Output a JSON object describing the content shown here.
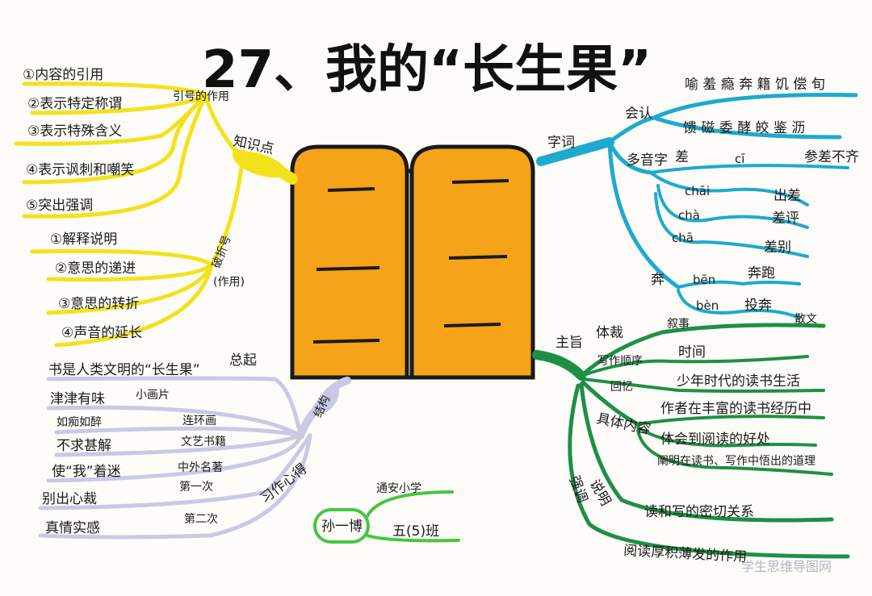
{
  "title": "27、我的“长生果”",
  "watermark": "学生思维导图网",
  "colors": {
    "yellow": "#f3e21b",
    "blue": "#1ea9cf",
    "green": "#1f8f47",
    "lavender": "#c9c9e6",
    "lightgreen": "#46c640",
    "book": "#f5a318",
    "ink": "#1a1a1a"
  },
  "knowledge": {
    "label": "知识点",
    "quotes": {
      "label": "引号的作用",
      "items": [
        "①内容的引用",
        "②表示特定称谓",
        "③表示特殊含义",
        "④表示讽刺和嘲笑",
        "⑤突出强调"
      ]
    },
    "dash": {
      "label": "破折号",
      "sub": "(作用)",
      "items": [
        "①解释说明",
        "②意思的递进",
        "③意思的转折",
        "④声音的延长"
      ]
    }
  },
  "words": {
    "label": "字词",
    "recognize": {
      "label": "会认",
      "row1": "喻 羞 瘾 奔 籍 饥 偿 旬",
      "row2": "馈 磁 委 酵 皎 鉴 沥"
    },
    "polyphone": {
      "label": "多音字",
      "cha": {
        "char": "差",
        "sub": "cī",
        "word0": "参差不齐",
        "items": [
          {
            "pinyin": "chāi",
            "word": "出差"
          },
          {
            "pinyin": "chà",
            "word": "差评"
          },
          {
            "pinyin": "chā",
            "word": "差别"
          }
        ]
      },
      "ben": {
        "char": "奔",
        "items": [
          {
            "pinyin": "bēn",
            "word": "奔跑"
          },
          {
            "pinyin": "bèn",
            "word": "投奔"
          }
        ]
      }
    }
  },
  "main_idea": {
    "label": "主旨",
    "genre": {
      "label": "体裁",
      "value": "叙事",
      "value2": "散文"
    },
    "order": {
      "label": "写作顺序",
      "value": "时间"
    },
    "recall": {
      "label": "回忆",
      "value": "少年时代的读书生活"
    },
    "content": {
      "label": "具体内容",
      "items": [
        "作者在丰富的读书经历中",
        "体会到阅读的好处",
        "阐明在读书、写作中悟出的道理"
      ]
    },
    "explain": {
      "label": "说明",
      "value": "读和写的密切关系"
    },
    "emphasis": {
      "label": "强调",
      "value": "阅读厚积薄发的作用"
    }
  },
  "structure": {
    "label": "结构",
    "summary": {
      "text": "书是人类文明的“长生果”",
      "tag": "总起"
    },
    "items": [
      {
        "text": "津津有味",
        "note": "小画片"
      },
      {
        "text": "如痴如醉",
        "note": "连环画"
      },
      {
        "text": "不求甚解",
        "note": "文艺书籍"
      },
      {
        "text": "使“我”着迷",
        "note": "中外名著"
      },
      {
        "text": "别出心裁",
        "note": "第一次"
      },
      {
        "text": "真情实感",
        "note": "第二次"
      }
    ],
    "writing": "习作心得"
  },
  "author": {
    "name": "孙一博",
    "school": "通安小学",
    "class": "五(5)班"
  }
}
